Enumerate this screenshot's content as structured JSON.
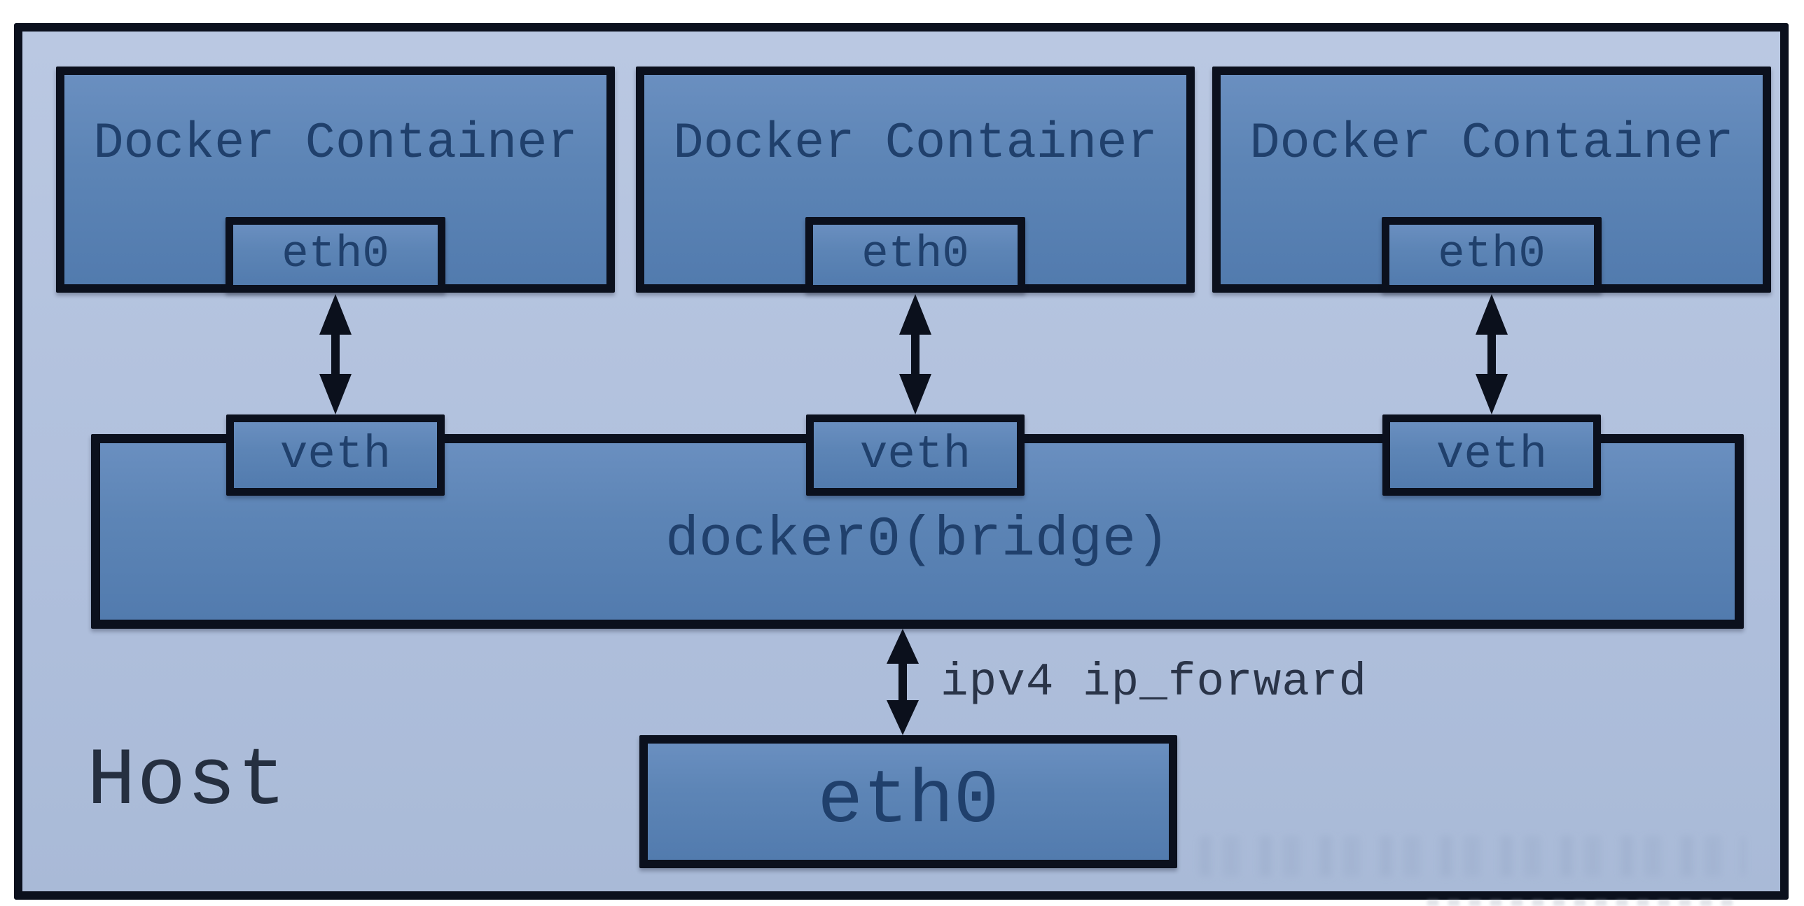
{
  "diagram": {
    "title_semantics": "Docker bridge network architecture",
    "host": {
      "label": "Host"
    },
    "containers": [
      {
        "label": "Docker Container",
        "interface_label": "eth0"
      },
      {
        "label": "Docker Container",
        "interface_label": "eth0"
      },
      {
        "label": "Docker Container",
        "interface_label": "eth0"
      }
    ],
    "veth": {
      "label": "veth"
    },
    "bridge": {
      "label": "docker0(bridge)"
    },
    "ip_forward": {
      "label": "ipv4 ip_forward"
    },
    "host_interface": {
      "label": "eth0"
    },
    "colors": {
      "host_fill": "#b2c1dc",
      "box_fill": "#5d85b6",
      "border": "#0b101d",
      "box_text": "#20406c",
      "annotation_text": "#2a3448",
      "page_background": "#ffffff"
    }
  }
}
